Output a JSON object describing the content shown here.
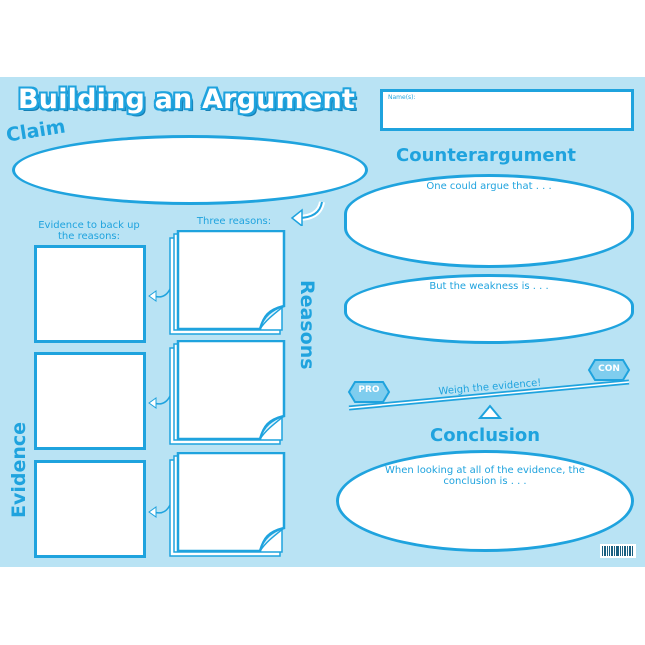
{
  "title": "Building an Argument",
  "names_label": "Name(s):",
  "claim_heading": "Claim",
  "evidence_prompt": "Evidence to back up the reasons:",
  "reasons_prompt": "Three reasons:",
  "reasons_heading": "Reasons",
  "evidence_heading": "Evidence",
  "counterargument": {
    "heading": "Counterargument",
    "prompt_1": "One could argue that . . .",
    "prompt_2": "But the weakness is . . ."
  },
  "scale": {
    "label": "Weigh the evidence!",
    "pro": "PRO",
    "con": "CON"
  },
  "conclusion": {
    "heading": "Conclusion",
    "prompt": "When looking at all of the evidence, the conclusion is . . ."
  },
  "colors": {
    "accent": "#1fa3de",
    "background": "#b9e3f4",
    "box": "#ffffff"
  }
}
